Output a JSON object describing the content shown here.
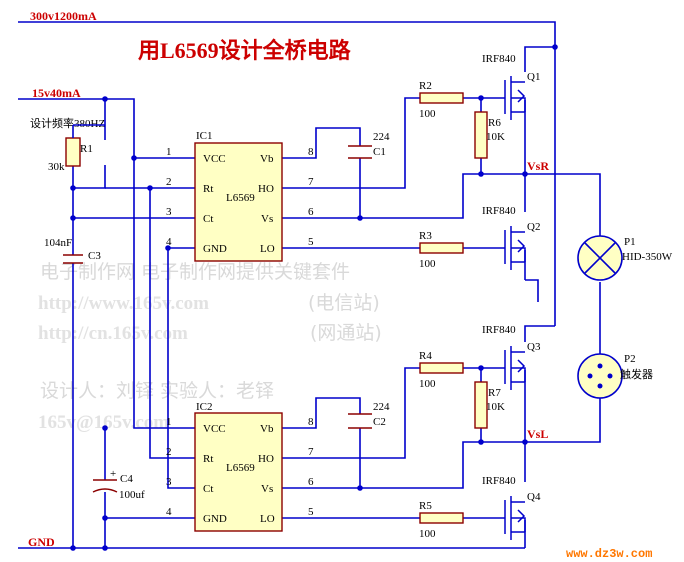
{
  "title": "用L6569设计全桥电路",
  "rails": {
    "high_voltage": "300v1200mA",
    "low_voltage": "15v40mA",
    "ground": "GND",
    "design_freq": "设计频率380HZ"
  },
  "ic1": {
    "ref": "IC1",
    "part": "L6569",
    "pins_left": [
      {
        "num": "1",
        "name": "VCC"
      },
      {
        "num": "2",
        "name": "Rt"
      },
      {
        "num": "3",
        "name": "Ct"
      },
      {
        "num": "4",
        "name": "GND"
      }
    ],
    "pins_right": [
      {
        "num": "8",
        "name": "Vb"
      },
      {
        "num": "7",
        "name": "HO"
      },
      {
        "num": "6",
        "name": "Vs"
      },
      {
        "num": "5",
        "name": "LO"
      }
    ]
  },
  "ic2": {
    "ref": "IC2",
    "part": "L6569",
    "pins_left": [
      {
        "num": "1",
        "name": "VCC"
      },
      {
        "num": "2",
        "name": "Rt"
      },
      {
        "num": "3",
        "name": "Ct"
      },
      {
        "num": "4",
        "name": "GND"
      }
    ],
    "pins_right": [
      {
        "num": "8",
        "name": "Vb"
      },
      {
        "num": "7",
        "name": "HO"
      },
      {
        "num": "6",
        "name": "Vs"
      },
      {
        "num": "5",
        "name": "LO"
      }
    ]
  },
  "components": {
    "r1": {
      "ref": "R1",
      "value": "30k"
    },
    "c3": {
      "ref": "C3",
      "value": "104nF"
    },
    "c4": {
      "ref": "C4",
      "value": "100uf",
      "plus": "+"
    },
    "c1": {
      "ref": "C1",
      "value": "224"
    },
    "c2": {
      "ref": "C2",
      "value": "224"
    },
    "r2": {
      "ref": "R2",
      "value": "100"
    },
    "r3": {
      "ref": "R3",
      "value": "100"
    },
    "r4": {
      "ref": "R4",
      "value": "100"
    },
    "r5": {
      "ref": "R5",
      "value": "100"
    },
    "r6": {
      "ref": "R6",
      "value": "10K"
    },
    "r7": {
      "ref": "R7",
      "value": "10K"
    },
    "q1": {
      "ref": "Q1",
      "part": "IRF840"
    },
    "q2": {
      "ref": "Q2",
      "part": "IRF840"
    },
    "q3": {
      "ref": "Q3",
      "part": "IRF840"
    },
    "q4": {
      "ref": "Q4",
      "part": "IRF840"
    },
    "p1": {
      "ref": "P1",
      "part": "HID-350W"
    },
    "p2": {
      "ref": "P2",
      "part": "触发器"
    }
  },
  "nodes": {
    "vsr": "VsR",
    "vsl": "VsL"
  },
  "watermark": {
    "line1": "电子制作网  电子制作网提供关键套件",
    "line2_url": "http://www.165v.com",
    "line2_tag": "(电信站)",
    "line3_url": "http://cn.165v.com",
    "line3_tag": "(网通站)",
    "line4": "设计人：刘铎      实验人：老铎",
    "line5": "165v@165v.com"
  },
  "site": "www.dz3w.com",
  "colors": {
    "wire": "#0000cc",
    "body_fill": "#ffffc4",
    "body_stroke": "#8b0000",
    "title": "#cc0000",
    "site": "#ff7700",
    "watermark": "#d9d9d9"
  }
}
